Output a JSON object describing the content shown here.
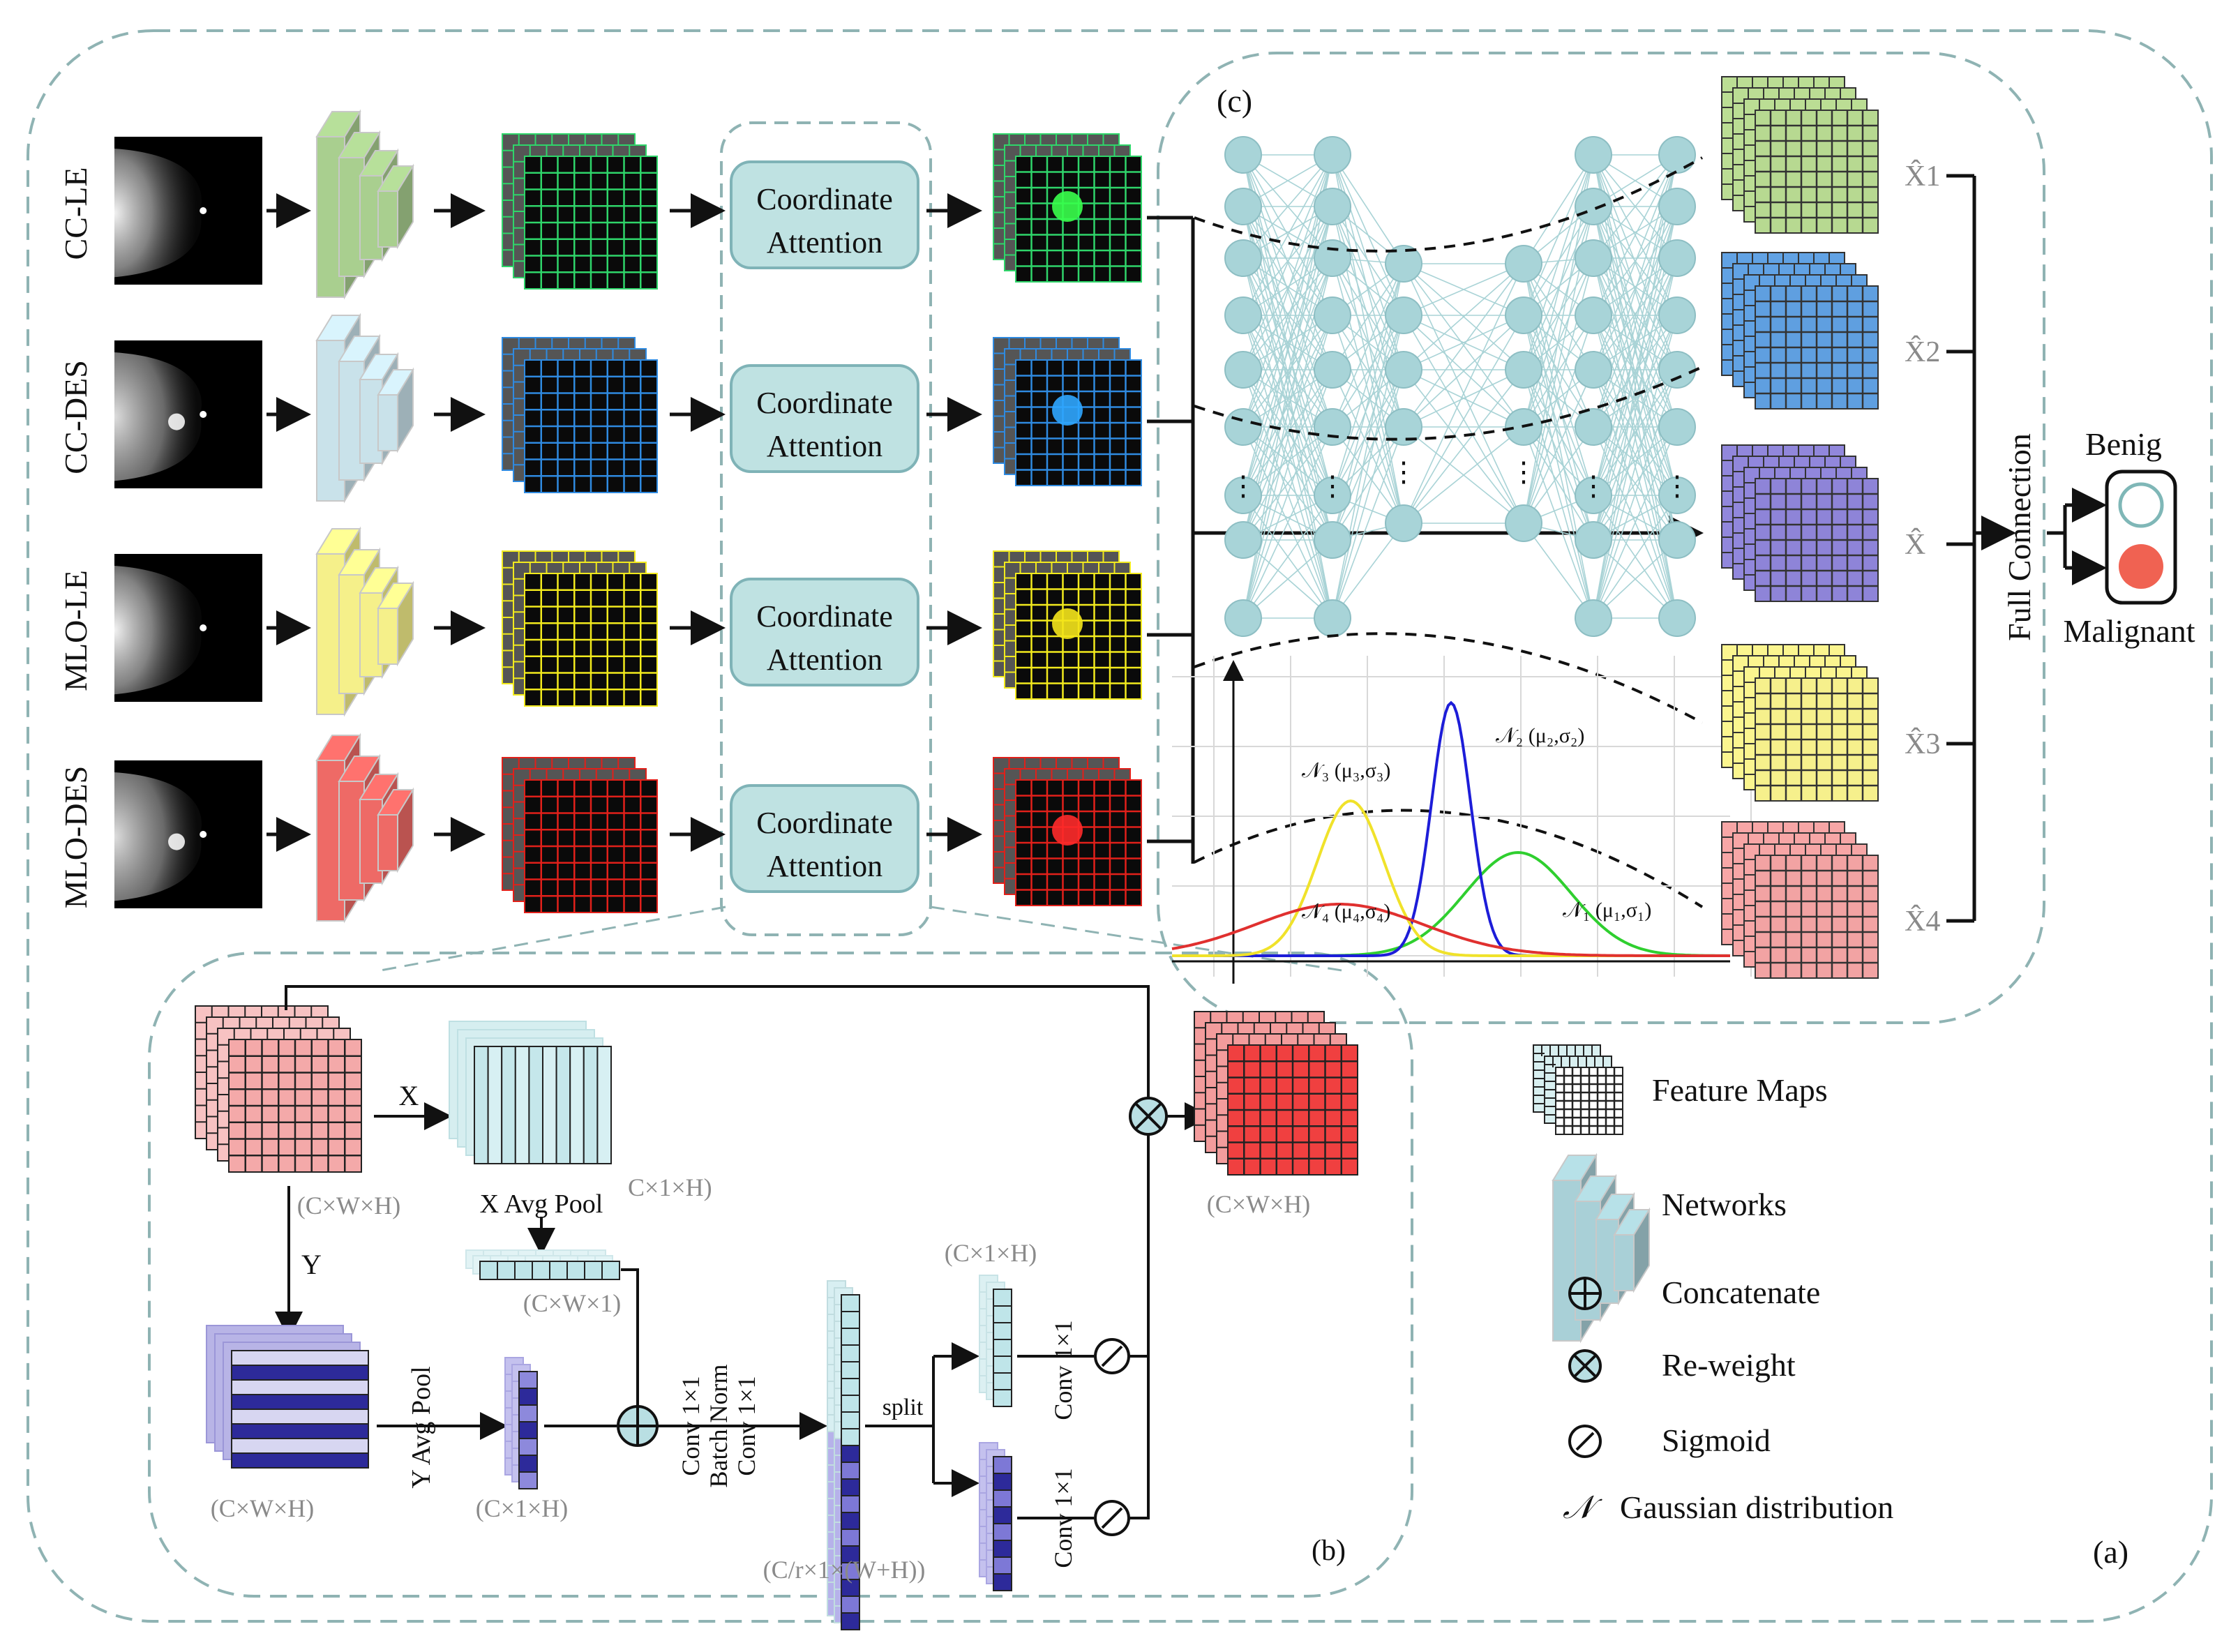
{
  "panels": {
    "a": "(a)",
    "b": "(b)",
    "c": "(c)"
  },
  "rows": [
    {
      "label": "CC-LE",
      "color": "#a9cf8f",
      "grid": "#2fd56a",
      "spot": "#39ff4b",
      "img": "#ffffff"
    },
    {
      "label": "CC-DES",
      "color": "#c9e2ea",
      "grid": "#2f8ae0",
      "spot": "#2fa6ff",
      "img": "#cfcfcf"
    },
    {
      "label": "MLO-LE",
      "color": "#f5f08a",
      "grid": "#f2ea1d",
      "spot": "#f4e41b",
      "img": "#ffffff"
    },
    {
      "label": "MLO-DES",
      "color": "#ee6a66",
      "grid": "#e1201a",
      "spot": "#ff2a2a",
      "img": "#cfcfcf"
    }
  ],
  "attention_label": "Coordinate\nAttention",
  "outputs": [
    {
      "label": "X̂1",
      "color": "#b7d991"
    },
    {
      "label": "X̂2",
      "color": "#5f9fe0"
    },
    {
      "label": "X̂",
      "color": "#8e84d8"
    },
    {
      "label": "X̂3",
      "color": "#f6f08c"
    },
    {
      "label": "X̂4",
      "color": "#f2a3a3"
    }
  ],
  "full_connection": "Full Connection",
  "classes": {
    "benign": "Benig",
    "malignant": "Malignant"
  },
  "gaussians": [
    {
      "label": "𝒩₁ (μ₁,σ₁)",
      "color": "#2fcf2f",
      "mu": 0.62,
      "sigma": 0.095,
      "peak": 0.4
    },
    {
      "label": "𝒩₂ (μ₂,σ₂)",
      "color": "#1d1dd8",
      "mu": 0.5,
      "sigma": 0.035,
      "peak": 0.98
    },
    {
      "label": "𝒩₃ (μ₃,σ₃)",
      "color": "#f0e22a",
      "mu": 0.32,
      "sigma": 0.06,
      "peak": 0.6
    },
    {
      "label": "𝒩₄ (μ₄,σ₄)",
      "color": "#e0302f",
      "mu": 0.3,
      "sigma": 0.15,
      "peak": 0.2
    }
  ],
  "ca_block": {
    "input_dim": "(C×W×H)",
    "x_label": "X",
    "y_label": "Y",
    "x_pool": "X Avg Pool",
    "x_pool_dim": "C×1×H)",
    "x_pool_dim2": "(C×W×1)",
    "y_pool": "Y Avg Pool",
    "y_dim": "(C×W×H)",
    "y_pool_dim": "(C×1×H)",
    "convs": [
      "Conv 1×1",
      "Batch Norm",
      "Conv 1×1"
    ],
    "mid_dim": "(C/r×1×(W+H))",
    "split": "split",
    "top_dim": "(C×1×H)",
    "conv_top": "Conv 1×1",
    "conv_bottom": "Conv 1×1",
    "output_dim": "(C×W×H)"
  },
  "legend": [
    {
      "key": "feature",
      "label": "Feature Maps"
    },
    {
      "key": "network",
      "label": "Networks"
    },
    {
      "key": "concat",
      "label": "Concatenate"
    },
    {
      "key": "reweight",
      "label": "Re-weight"
    },
    {
      "key": "sigmoid",
      "label": "Sigmoid"
    },
    {
      "key": "gauss",
      "symbol": "𝒩",
      "label": "Gaussian distribution"
    }
  ]
}
